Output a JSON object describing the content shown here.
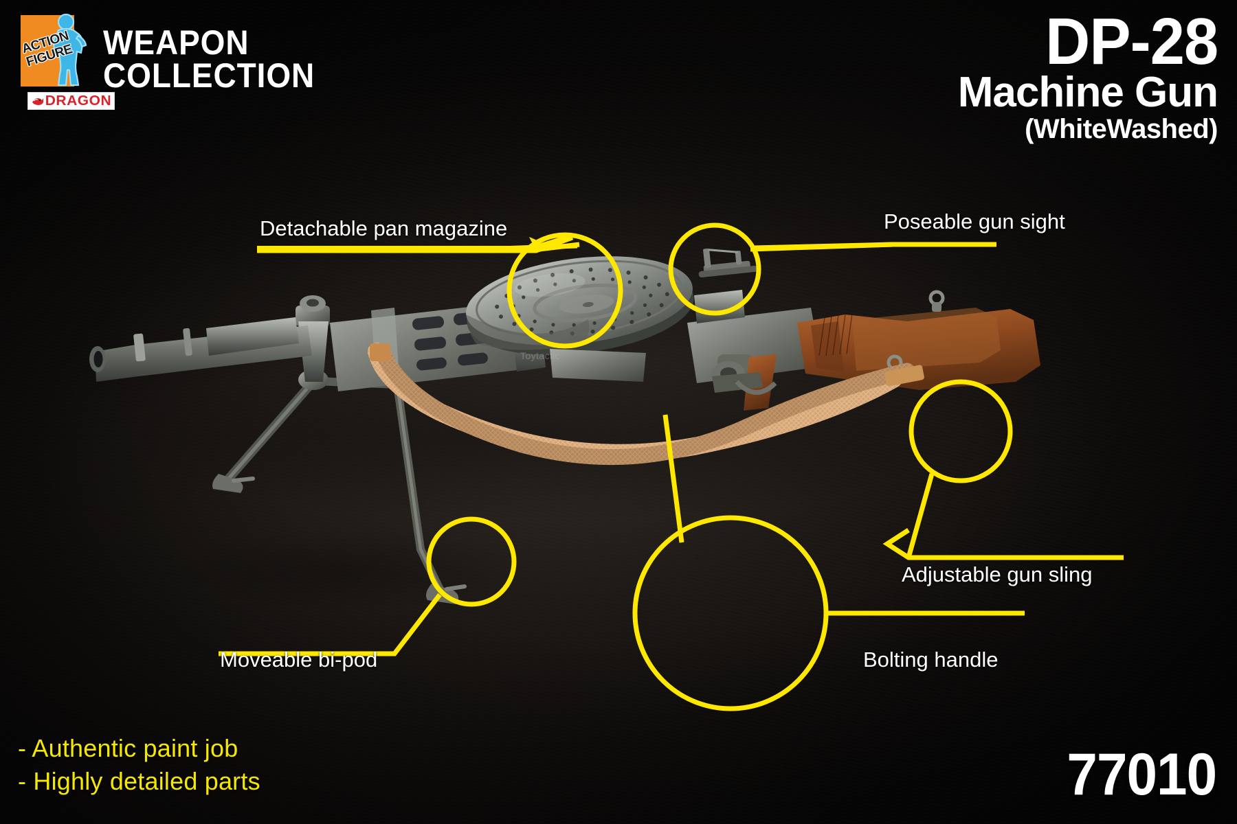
{
  "brand": {
    "logo": {
      "action_figure_line1": "ACTION",
      "action_figure_line2": "FIGURE",
      "manufacturer": "DRAGON",
      "figure_icon": "action-figure-silhouette-icon",
      "dragon_icon": "dragon-emblem-icon"
    },
    "collection_line1": "WEAPON",
    "collection_line2": "COLLECTION"
  },
  "product": {
    "name": "DP-28",
    "type": "Machine Gun",
    "variant": "(WhiteWashed)",
    "item_number": "77010"
  },
  "callouts": [
    {
      "id": "pan-magazine",
      "label": "Detachable pan magazine"
    },
    {
      "id": "gun-sight",
      "label": "Poseable gun sight"
    },
    {
      "id": "gun-sling",
      "label": "Adjustable gun sling"
    },
    {
      "id": "bolting-handle",
      "label": "Bolting handle"
    },
    {
      "id": "bi-pod",
      "label": "Moveable bi-pod"
    }
  ],
  "features": [
    "- Authentic paint job",
    "- Highly detailed parts"
  ],
  "watermark": "Toytactic",
  "colors": {
    "background": "#0a0908",
    "accent_yellow": "#F5E800",
    "callout_yellow": "#FFE800",
    "brand_orange": "#F08B21",
    "figure_blue": "#3FB6E8",
    "dragon_red": "#D8232A",
    "text_white": "#ffffff",
    "gun_metal": "#8a8d86",
    "wood_stock": "#8d4a22",
    "sling_tan": "#d9a36a"
  }
}
